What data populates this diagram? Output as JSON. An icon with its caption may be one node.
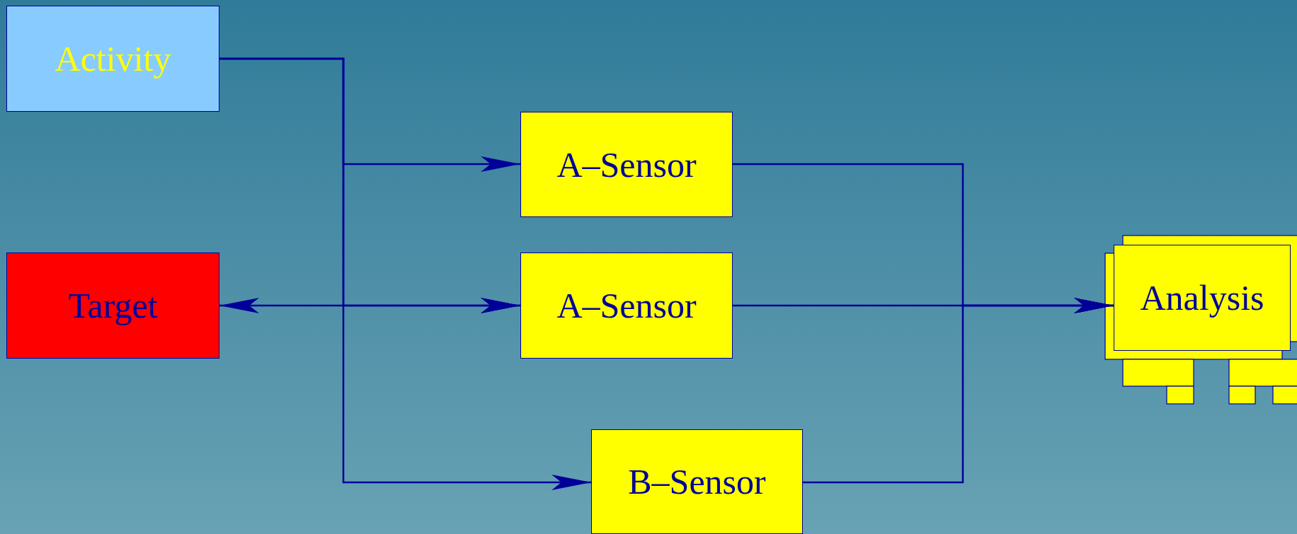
{
  "diagram": {
    "nodes": [
      {
        "text": [
          "Activity"
        ]
      },
      {
        "text": [
          "Target"
        ]
      },
      {
        "text": [
          "A–Sensor"
        ]
      },
      {
        "text": [
          "A–Sensor"
        ]
      },
      {
        "text": [
          "B–Sensor"
        ]
      },
      {
        "text": [
          "Analysis"
        ]
      }
    ],
    "edges": [
      {
        "from": 0,
        "to": 2,
        "arrow": "to"
      },
      {
        "from": 0,
        "to": 3,
        "arrow": "to"
      },
      {
        "from": 0,
        "to": 4,
        "arrow": "to"
      },
      {
        "from": 1,
        "to": 3,
        "arrow": "both"
      },
      {
        "from": 2,
        "to": 5,
        "arrow": "to"
      },
      {
        "from": 3,
        "to": 5,
        "arrow": "to"
      },
      {
        "from": 4,
        "to": 5,
        "arrow": "to"
      }
    ]
  }
}
